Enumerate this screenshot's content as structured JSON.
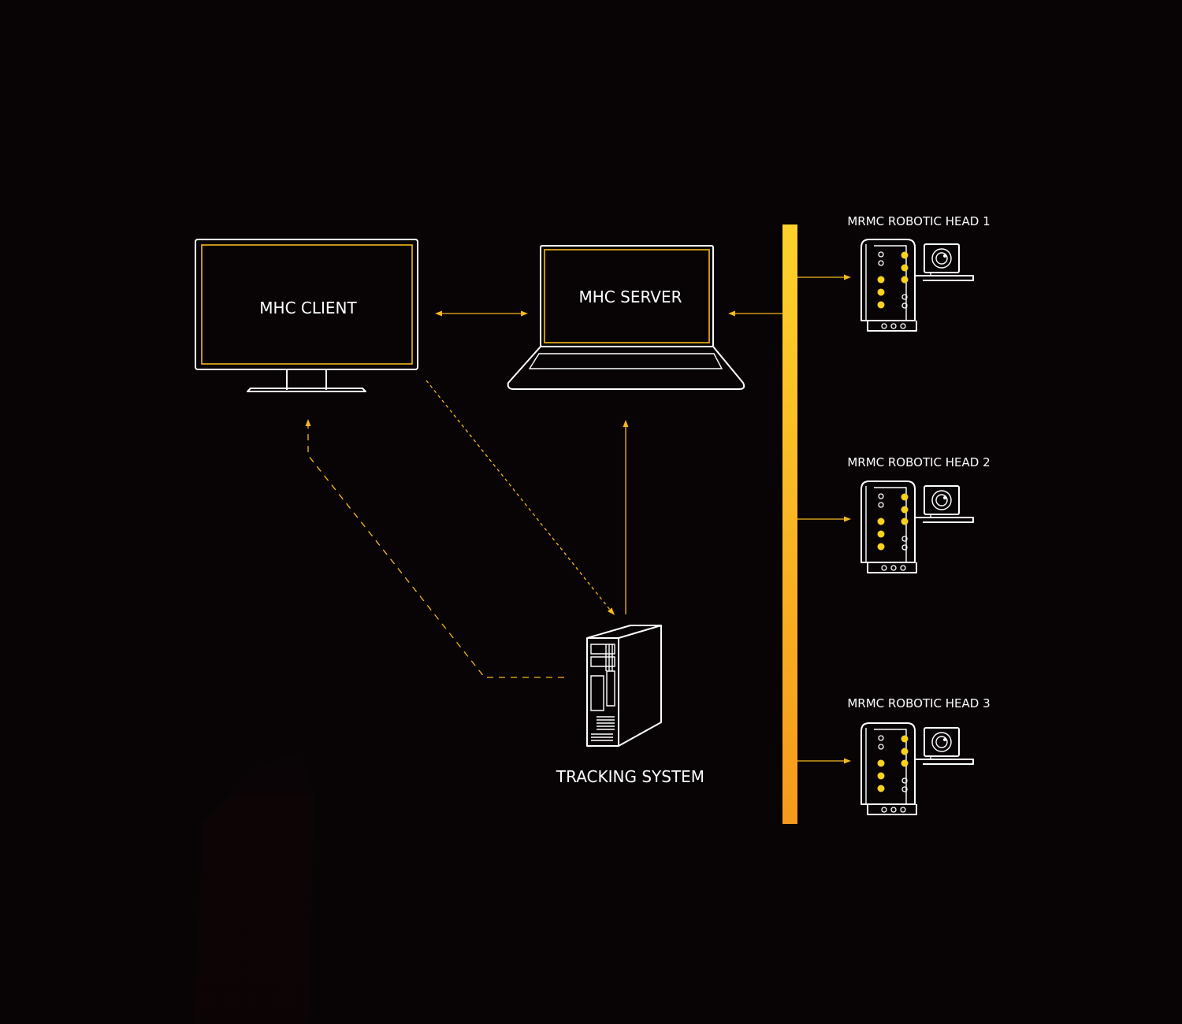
{
  "nodes": {
    "client": {
      "label": "MHC CLIENT",
      "icon": "monitor-icon"
    },
    "server": {
      "label": "MHC SERVER",
      "icon": "laptop-icon"
    },
    "tracking": {
      "label": "TRACKING SYSTEM",
      "icon": "server-tower-icon"
    },
    "heads": [
      {
        "label": "MRMC ROBOTIC HEAD 1",
        "icon": "robotic-head-icon"
      },
      {
        "label": "MRMC ROBOTIC HEAD 2",
        "icon": "robotic-head-icon"
      },
      {
        "label": "MRMC ROBOTIC HEAD 3",
        "icon": "robotic-head-icon"
      }
    ]
  },
  "connections": [
    {
      "from": "MHC CLIENT",
      "to": "MHC SERVER",
      "style": "solid",
      "direction": "both"
    },
    {
      "from": "bus",
      "to": "MHC SERVER",
      "style": "solid",
      "direction": "one-way"
    },
    {
      "from": "TRACKING SYSTEM",
      "to": "MHC SERVER",
      "style": "solid",
      "direction": "one-way"
    },
    {
      "from": "MHC CLIENT",
      "to": "TRACKING SYSTEM",
      "style": "dotted",
      "direction": "one-way"
    },
    {
      "from": "TRACKING SYSTEM",
      "to": "MHC CLIENT",
      "style": "dashed",
      "direction": "one-way"
    },
    {
      "from": "bus",
      "to": "MRMC ROBOTIC HEAD 1",
      "style": "solid",
      "direction": "one-way"
    },
    {
      "from": "bus",
      "to": "MRMC ROBOTIC HEAD 2",
      "style": "solid",
      "direction": "one-way"
    },
    {
      "from": "bus",
      "to": "MRMC ROBOTIC HEAD 3",
      "style": "solid",
      "direction": "one-way"
    }
  ],
  "colors": {
    "background": "#080406",
    "accent": "#f5b81c",
    "bus_top": "#fcd22a",
    "bus_bottom": "#f59a1c",
    "line": "#ffffff"
  }
}
